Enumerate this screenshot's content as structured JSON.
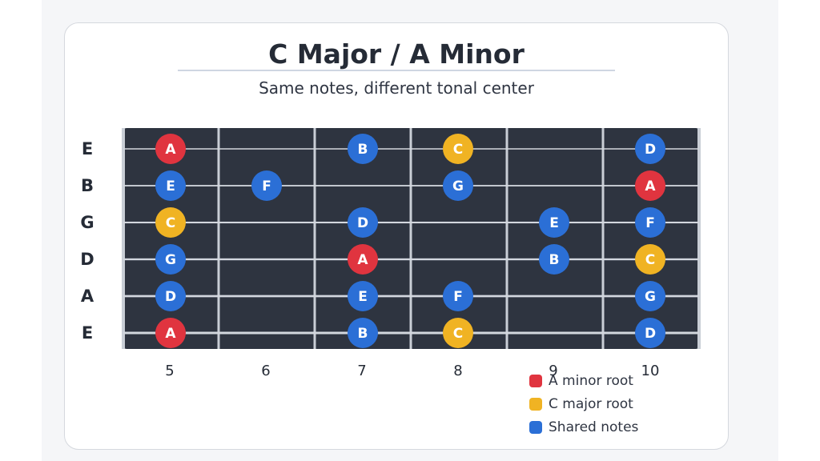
{
  "title": "C Major / A Minor",
  "subtitle": "Same notes, different tonal center",
  "strings": [
    "E",
    "B",
    "G",
    "D",
    "A",
    "E"
  ],
  "frets": [
    "5",
    "6",
    "7",
    "8",
    "9",
    "10"
  ],
  "colors": {
    "board": "#2e3440",
    "fret_wire": "#c9ced6",
    "string_line": "#d3d7de",
    "a_minor_root": "#e0343f",
    "c_major_root": "#f0b323",
    "shared": "#2b6fd6"
  },
  "notes": [
    {
      "string": 0,
      "fret": "5",
      "note": "A",
      "role": "a_minor_root"
    },
    {
      "string": 0,
      "fret": "7",
      "note": "B",
      "role": "shared"
    },
    {
      "string": 0,
      "fret": "8",
      "note": "C",
      "role": "c_major_root"
    },
    {
      "string": 0,
      "fret": "10",
      "note": "D",
      "role": "shared"
    },
    {
      "string": 1,
      "fret": "5",
      "note": "E",
      "role": "shared"
    },
    {
      "string": 1,
      "fret": "6",
      "note": "F",
      "role": "shared"
    },
    {
      "string": 1,
      "fret": "8",
      "note": "G",
      "role": "shared"
    },
    {
      "string": 1,
      "fret": "10",
      "note": "A",
      "role": "a_minor_root"
    },
    {
      "string": 2,
      "fret": "5",
      "note": "C",
      "role": "c_major_root"
    },
    {
      "string": 2,
      "fret": "7",
      "note": "D",
      "role": "shared"
    },
    {
      "string": 2,
      "fret": "9",
      "note": "E",
      "role": "shared"
    },
    {
      "string": 2,
      "fret": "10",
      "note": "F",
      "role": "shared"
    },
    {
      "string": 3,
      "fret": "5",
      "note": "G",
      "role": "shared"
    },
    {
      "string": 3,
      "fret": "7",
      "note": "A",
      "role": "a_minor_root"
    },
    {
      "string": 3,
      "fret": "9",
      "note": "B",
      "role": "shared"
    },
    {
      "string": 3,
      "fret": "10",
      "note": "C",
      "role": "c_major_root"
    },
    {
      "string": 4,
      "fret": "5",
      "note": "D",
      "role": "shared"
    },
    {
      "string": 4,
      "fret": "7",
      "note": "E",
      "role": "shared"
    },
    {
      "string": 4,
      "fret": "8",
      "note": "F",
      "role": "shared"
    },
    {
      "string": 4,
      "fret": "10",
      "note": "G",
      "role": "shared"
    },
    {
      "string": 5,
      "fret": "5",
      "note": "A",
      "role": "a_minor_root"
    },
    {
      "string": 5,
      "fret": "7",
      "note": "B",
      "role": "shared"
    },
    {
      "string": 5,
      "fret": "8",
      "note": "C",
      "role": "c_major_root"
    },
    {
      "string": 5,
      "fret": "10",
      "note": "D",
      "role": "shared"
    }
  ],
  "legend": [
    {
      "label": "A minor root",
      "color": "#e0343f"
    },
    {
      "label": "C major root",
      "color": "#f0b323"
    },
    {
      "label": "Shared notes",
      "color": "#2b6fd6"
    }
  ]
}
